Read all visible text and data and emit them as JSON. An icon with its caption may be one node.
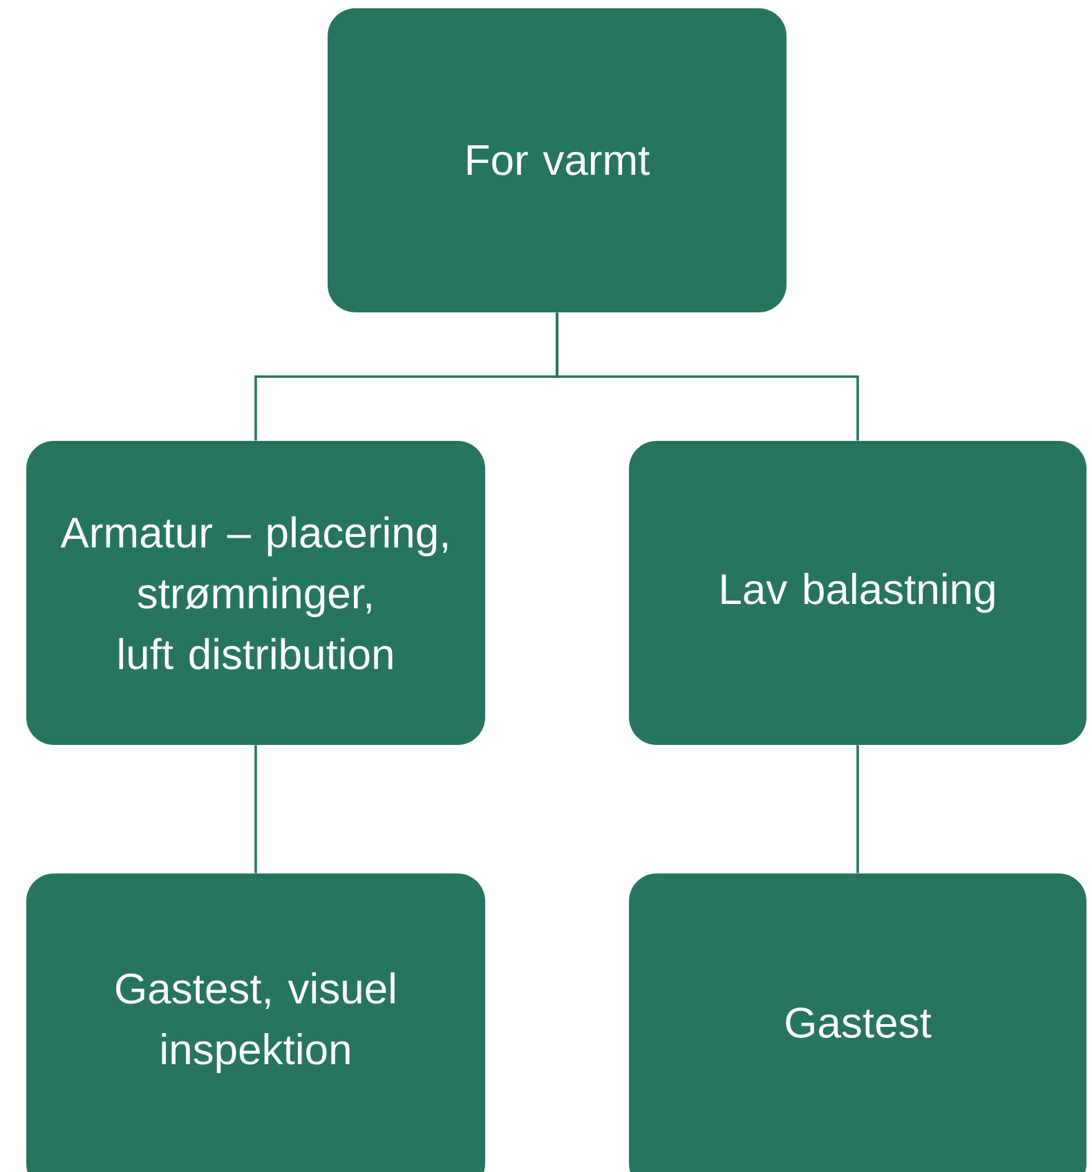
{
  "diagram": {
    "nodes": [
      {
        "text": [
          "For varmt"
        ]
      },
      {
        "text": [
          "Armatur – placering, strømninger, luft distribution"
        ]
      },
      {
        "text": [
          "Lav balastning"
        ]
      },
      {
        "text": [
          "Gastest, visuel inspektion"
        ]
      },
      {
        "text": [
          "Gastest"
        ]
      }
    ],
    "edges": [
      {
        "from": 0,
        "to": 1,
        "arrow": "none"
      },
      {
        "from": 0,
        "to": 2,
        "arrow": "none"
      },
      {
        "from": 1,
        "to": 3,
        "arrow": "none"
      },
      {
        "from": 2,
        "to": 4,
        "arrow": "none"
      }
    ]
  }
}
